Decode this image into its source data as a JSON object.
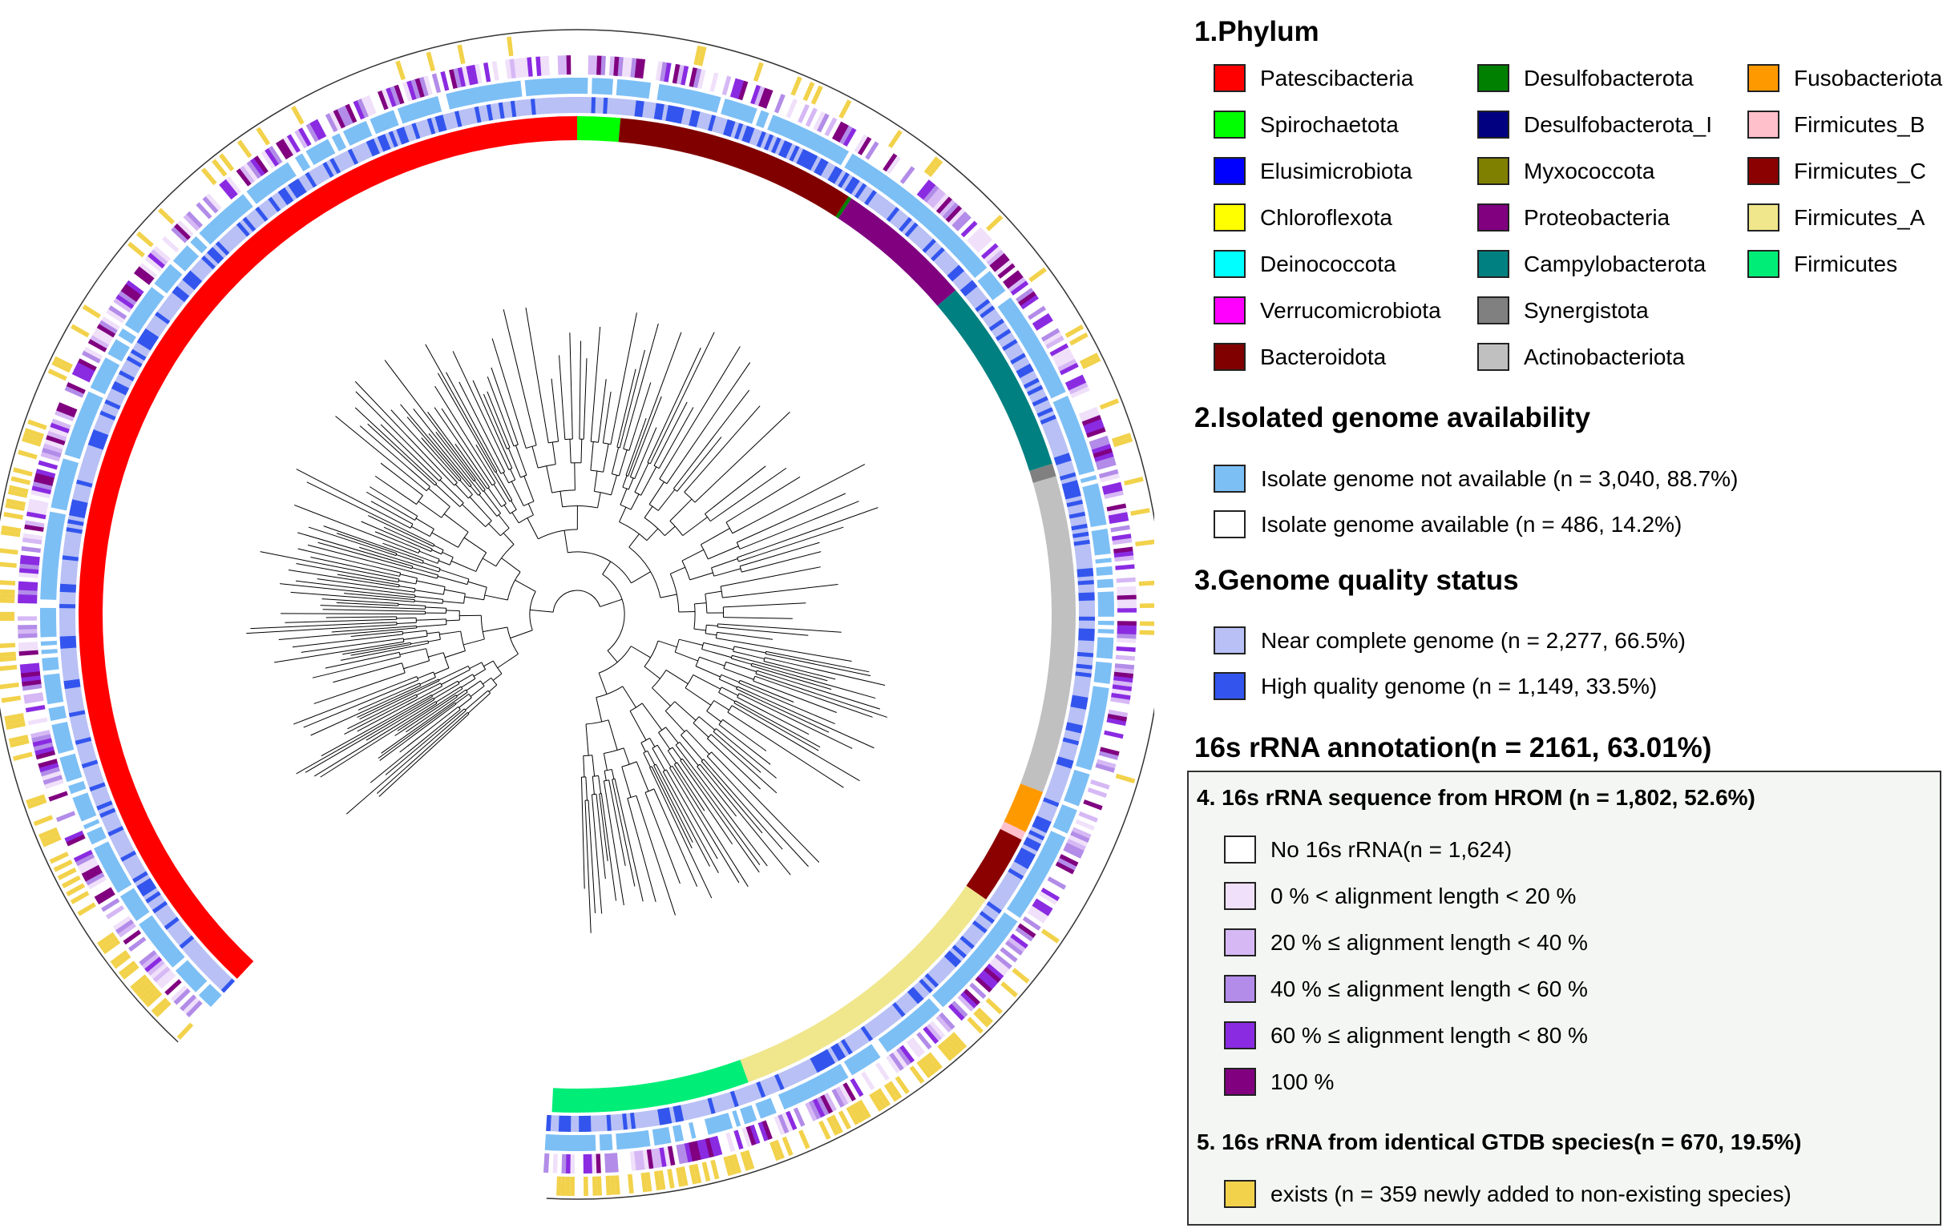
{
  "legend": {
    "phylum": {
      "title": "1.Phylum",
      "items": [
        {
          "label": "Patescibacteria",
          "color": "#ff0000"
        },
        {
          "label": "Spirochaetota",
          "color": "#00ff00"
        },
        {
          "label": "Elusimicrobiota",
          "color": "#0000ff"
        },
        {
          "label": "Chloroflexota",
          "color": "#ffff00"
        },
        {
          "label": "Deinococcota",
          "color": "#00ffff"
        },
        {
          "label": "Verrucomicrobiota",
          "color": "#ff00ff"
        },
        {
          "label": "Bacteroidota",
          "color": "#800000"
        },
        {
          "label": "Desulfobacterota",
          "color": "#008000"
        },
        {
          "label": "Desulfobacterota_I",
          "color": "#000080"
        },
        {
          "label": "Myxococcota",
          "color": "#808000"
        },
        {
          "label": "Proteobacteria",
          "color": "#800080"
        },
        {
          "label": "Campylobacterota",
          "color": "#008080"
        },
        {
          "label": "Synergistota",
          "color": "#808080"
        },
        {
          "label": "Actinobacteriota",
          "color": "#c0c0c0"
        },
        {
          "label": "Fusobacteriota",
          "color": "#ff9900"
        },
        {
          "label": "Firmicutes_B",
          "color": "#ffc0cb"
        },
        {
          "label": "Firmicutes_C",
          "color": "#8b0000"
        },
        {
          "label": "Firmicutes_A",
          "color": "#f0e68c"
        },
        {
          "label": "Firmicutes",
          "color": "#00ee77"
        }
      ]
    },
    "isolated": {
      "title": "2.Isolated genome availability",
      "items": [
        {
          "label": "Isolate genome not available (n = 3,040, 88.7%)",
          "color": "#7cbff5"
        },
        {
          "label": "Isolate genome available (n = 486, 14.2%)",
          "color": "#ffffff"
        }
      ]
    },
    "quality": {
      "title": "3.Genome quality status",
      "items": [
        {
          "label": "Near complete genome (n = 2,277, 66.5%)",
          "color": "#b8c0f5"
        },
        {
          "label": "High quality genome (n = 1,149, 33.5%)",
          "color": "#3355ee"
        }
      ]
    },
    "rrna_title": "16s rRNA annotation(n = 2161, 63.01%)",
    "hrom": {
      "title": "4. 16s rRNA sequence from HROM (n = 1,802, 52.6%)",
      "items": [
        {
          "label": "No 16s rRNA(n = 1,624)",
          "color": "#ffffff"
        },
        {
          "label": "0 % < alignment length < 20 %",
          "color": "#f0e0fa"
        },
        {
          "label": "20 % ≤ alignment length < 40 %",
          "color": "#d6b8f5"
        },
        {
          "label": "40 % ≤ alignment length < 60 %",
          "color": "#b28ce8"
        },
        {
          "label": "60 % ≤ alignment length < 80 %",
          "color": "#8a2be2"
        },
        {
          "label": "100 %",
          "color": "#800080"
        }
      ]
    },
    "gtdb": {
      "title": "5. 16s rRNA from identical GTDB species(n = 670, 19.5%)",
      "items": [
        {
          "label": "exists (n = 359 newly added to non-existing species)",
          "color": "#f2d24b"
        }
      ]
    }
  },
  "ring_colors": {
    "purple_light": "#d8b4f0",
    "purple_mid": "#a855f7",
    "purple_dark": "#800080",
    "gold": "#f2d24b",
    "branch": "#000000"
  }
}
